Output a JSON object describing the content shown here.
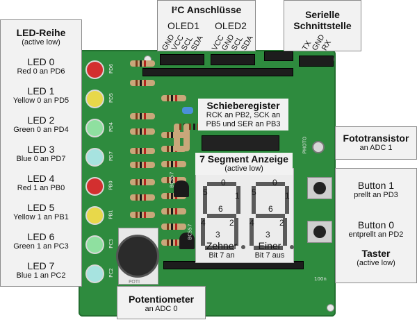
{
  "led_row": {
    "title": "LED-Reihe",
    "subtitle": "(active low)",
    "items": [
      {
        "name": "LED 0",
        "desc": "Red 0 an PD6",
        "color": "#d32f2f",
        "pin": "PD6"
      },
      {
        "name": "LED 1",
        "desc": "Yellow 0 an PD5",
        "color": "#e8d84a",
        "pin": "PD5"
      },
      {
        "name": "LED 2",
        "desc": "Green 0 an PD4",
        "color": "#8fe0a0",
        "pin": "PD4"
      },
      {
        "name": "LED 3",
        "desc": "Blue 0 an PD7",
        "color": "#a7e3e0",
        "pin": "PD7"
      },
      {
        "name": "LED 4",
        "desc": "Red 1 an PB0",
        "color": "#d32f2f",
        "pin": "PB0"
      },
      {
        "name": "LED 5",
        "desc": "Yellow 1 an PB1",
        "color": "#e8d84a",
        "pin": "PB1"
      },
      {
        "name": "LED 6",
        "desc": "Green 1 an PC3",
        "color": "#8fe0a0",
        "pin": "PC3"
      },
      {
        "name": "LED 7",
        "desc": "Blue 1 an PC2",
        "color": "#a7e3e0",
        "pin": "PC2"
      }
    ]
  },
  "i2c": {
    "title": "I²C Anschlüsse",
    "oled1": "OLED1",
    "oled2": "OLED2",
    "pins1": [
      "GND",
      "VCC",
      "SCL",
      "SDA"
    ],
    "pins2": [
      "VCC",
      "GND",
      "SCL",
      "SDA"
    ]
  },
  "serial": {
    "title_line1": "Serielle",
    "title_line2": "Schnittstelle",
    "pins": [
      "TX",
      "GND",
      "RX"
    ]
  },
  "shift": {
    "title": "Schieberegister",
    "line1": "RCK an PB2, SCK an",
    "line2": "PB5 und SER an PB3"
  },
  "seven_seg": {
    "title": "7 Segment Anzeige",
    "subtitle": "(active low)",
    "segment_numbers": [
      "5",
      "0",
      "1",
      "6",
      "4",
      "2",
      "3"
    ],
    "tens_label": "Zehner",
    "tens_sub": "Bit 7 an",
    "ones_label": "Einer",
    "ones_sub": "Bit 7 aus"
  },
  "photo": {
    "title": "Fototransistor",
    "desc": "an ADC 1"
  },
  "button1": {
    "title": "Button 1",
    "desc": "prellt an PD3"
  },
  "button0": {
    "title": "Button 0",
    "desc": "entprellt an PD2"
  },
  "taster": {
    "title": "Taster",
    "subtitle": "(active low)"
  },
  "poti": {
    "title": "Potentiometer",
    "desc": "an ADC 0"
  },
  "silkscreen": {
    "transistor1": "BC557",
    "transistor2": "BC557",
    "poti": "POTI",
    "photo": "PHOTO",
    "cap": "100n"
  },
  "colors": {
    "pcb": "#2e8b3e",
    "callout_bg": "#f2f2f2",
    "callout_border": "#8a8a8a"
  }
}
